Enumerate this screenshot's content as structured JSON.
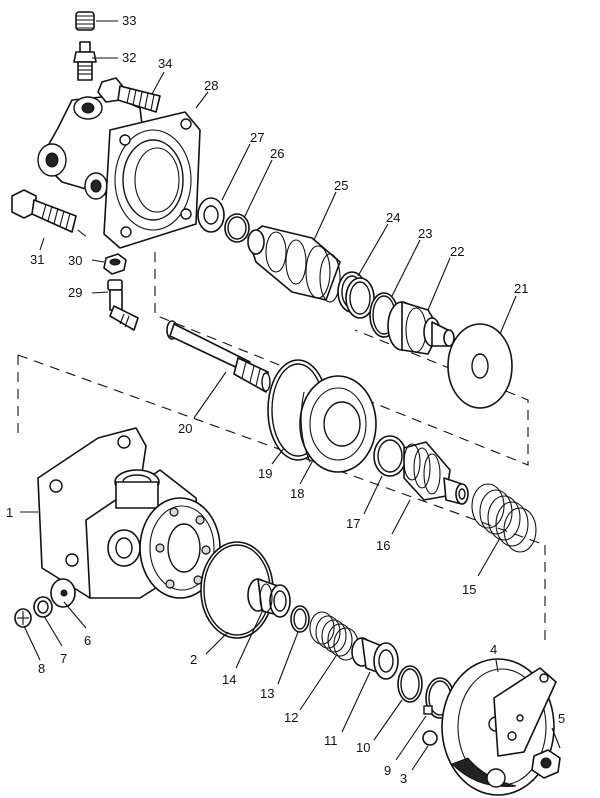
{
  "callouts": [
    "1",
    "2",
    "3",
    "4",
    "5",
    "6",
    "7",
    "8",
    "9",
    "10",
    "11",
    "12",
    "13",
    "14",
    "15",
    "16",
    "17",
    "18",
    "19",
    "20",
    "21",
    "22",
    "23",
    "24",
    "25",
    "26",
    "27",
    "28",
    "29",
    "30",
    "31",
    "32",
    "33",
    "34"
  ]
}
